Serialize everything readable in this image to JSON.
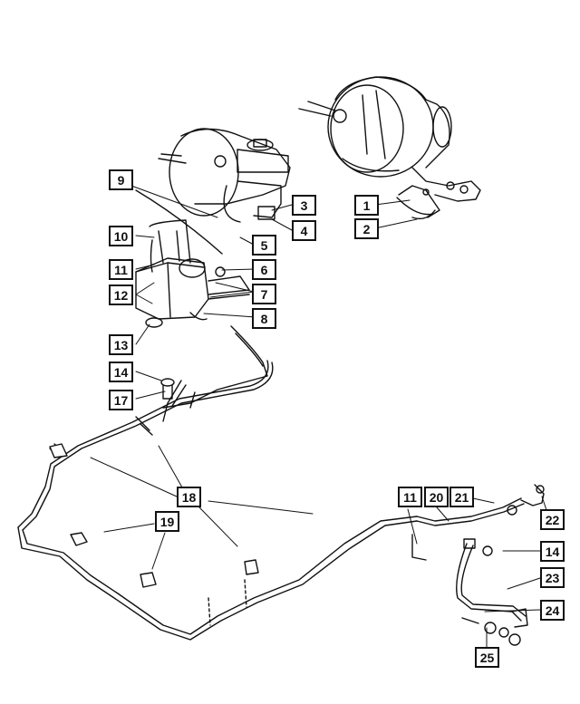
{
  "diagram": {
    "callouts": [
      {
        "id": "c1",
        "label": "1"
      },
      {
        "id": "c2",
        "label": "2"
      },
      {
        "id": "c3",
        "label": "3"
      },
      {
        "id": "c4",
        "label": "4"
      },
      {
        "id": "c5",
        "label": "5"
      },
      {
        "id": "c6",
        "label": "6"
      },
      {
        "id": "c7",
        "label": "7"
      },
      {
        "id": "c8",
        "label": "8"
      },
      {
        "id": "c9",
        "label": "9"
      },
      {
        "id": "c10",
        "label": "10"
      },
      {
        "id": "c11a",
        "label": "11"
      },
      {
        "id": "c12",
        "label": "12"
      },
      {
        "id": "c13",
        "label": "13"
      },
      {
        "id": "c14a",
        "label": "14"
      },
      {
        "id": "c17",
        "label": "17"
      },
      {
        "id": "c18",
        "label": "18"
      },
      {
        "id": "c19",
        "label": "19"
      },
      {
        "id": "c11b",
        "label": "11"
      },
      {
        "id": "c20",
        "label": "20"
      },
      {
        "id": "c21",
        "label": "21"
      },
      {
        "id": "c22",
        "label": "22"
      },
      {
        "id": "c14b",
        "label": "14"
      },
      {
        "id": "c23",
        "label": "23"
      },
      {
        "id": "c24",
        "label": "24"
      },
      {
        "id": "c25",
        "label": "25"
      }
    ]
  }
}
